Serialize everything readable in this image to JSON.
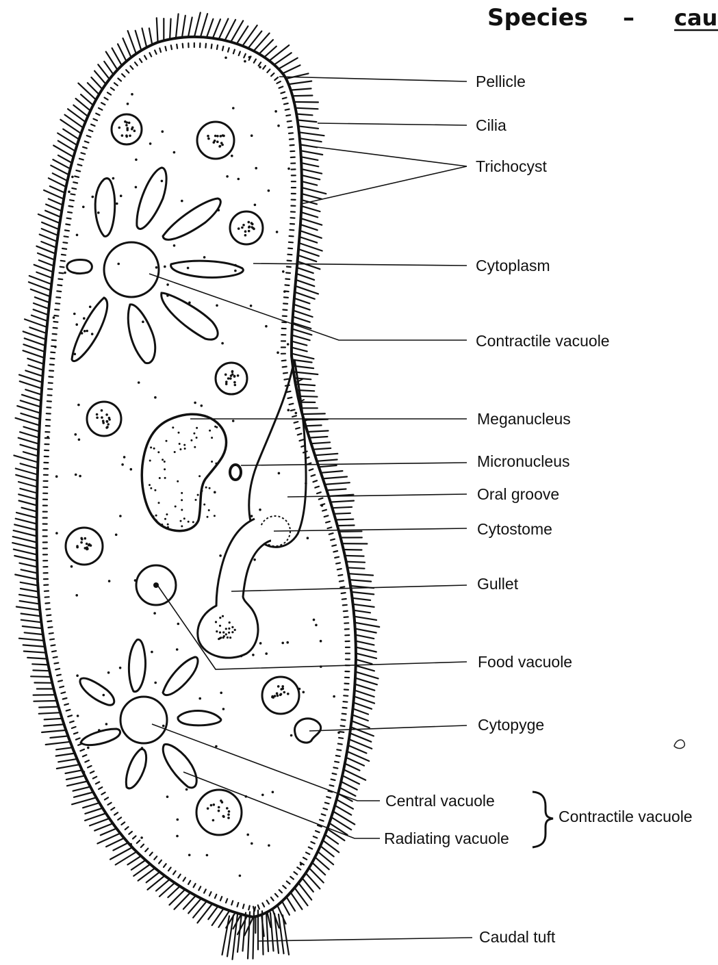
{
  "header": {
    "species_label": "Species",
    "dash": "–",
    "species_name": "cauc"
  },
  "labels": {
    "pellicle": "Pellicle",
    "cilia": "Cilia",
    "trichocyst": "Trichocyst",
    "cytoplasm": "Cytoplasm",
    "contractile_vacuole": "Contractile vacuole",
    "meganucleus": "Meganucleus",
    "micronucleus": "Micronucleus",
    "oral_groove": "Oral groove",
    "cytostome": "Cytostome",
    "gullet": "Gullet",
    "food_vacuole": "Food vacuole",
    "cytopyge": "Cytopyge",
    "central_vacuole": "Central vacuole",
    "radiating_vacuole": "Radiating vacuole",
    "contractile_vacuole_group": "Contractile vacuole",
    "caudal_tuft": "Caudal tuft"
  },
  "colors": {
    "ink": "#111111",
    "paper": "#ffffff"
  }
}
